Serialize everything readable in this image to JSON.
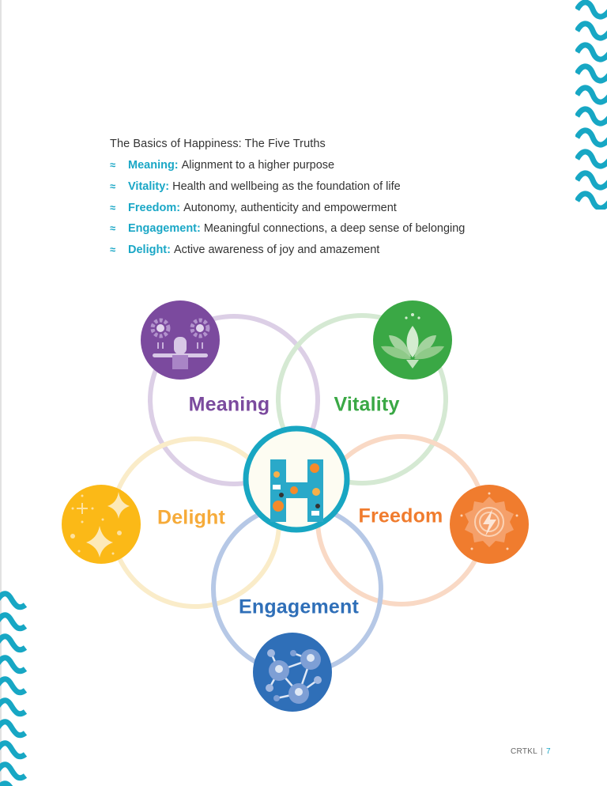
{
  "header": {
    "title": "The Basics of Happiness: The Five Truths"
  },
  "truths": [
    {
      "term": "Meaning:",
      "description": "Alignment to a higher purpose",
      "bullet": "≈"
    },
    {
      "term": "Vitality:",
      "description": "Health and wellbeing as the foundation of life",
      "bullet": "≈"
    },
    {
      "term": "Freedom:",
      "description": "Autonomy, authenticity and empowerment",
      "bullet": "≈"
    },
    {
      "term": "Engagement:",
      "description": "Meaningful connections, a deep sense of belonging",
      "bullet": "≈"
    },
    {
      "term": "Delight:",
      "description": "Active awareness of joy and amazement",
      "bullet": "≈"
    }
  ],
  "diagram": {
    "center": {
      "letter": "H",
      "ring_color": "#18a6c2",
      "fill_color": "#fdfcf2",
      "pattern_color": "#2aa9c9",
      "accent_color": "#f58a2a"
    },
    "nodes": [
      {
        "label": "Meaning",
        "color": "#7b4a9e",
        "ring_color": "#dccfe6",
        "icon": "balance-person-gears-icon"
      },
      {
        "label": "Vitality",
        "color": "#3aa845",
        "ring_color": "#d5e9d3",
        "icon": "lotus-icon"
      },
      {
        "label": "Freedom",
        "color": "#f07c2e",
        "ring_color": "#f9d9c5",
        "icon": "lightning-badge-icon"
      },
      {
        "label": "Engagement",
        "color": "#2f6fb8",
        "ring_color": "#b6c8e6",
        "icon": "network-people-icon"
      },
      {
        "label": "Delight",
        "color": "#f6ab3a",
        "ring_color": "#faecc9",
        "icon": "sparkles-icon",
        "badge_color": "#fbb917"
      }
    ]
  },
  "footer": {
    "brand": "CRTKL",
    "separator": "|",
    "page_number": "7"
  },
  "theme": {
    "accent": "#1aa7c6"
  }
}
